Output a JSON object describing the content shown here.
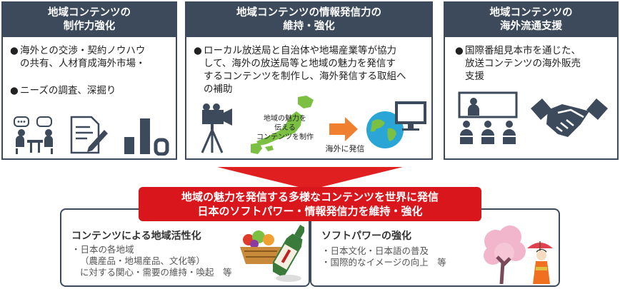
{
  "panels": [
    {
      "title_line1": "地域コンテンツの",
      "title_line2": "制作力強化",
      "bullet1_line1": "海外との交渉・契約ノウハウ",
      "bullet1_line2": "の共有、人材育成海外市場・",
      "bullet2": "ニーズの調査、深掘り",
      "icons": [
        "meeting-icon",
        "document-edit-icon",
        "bar-chart-icon"
      ]
    },
    {
      "title_line1": "地域コンテンツの情報発信力の",
      "title_line2": "維持・強化",
      "bullet1_line1": "ローカル放送局と自治体や地場産業等が協力",
      "bullet1_line2": "して、海外の放送局等と地域の魅力を発信す",
      "bullet1_line3": "するコンテンツを制作し、海外発信する取組へ",
      "bullet1_line4": "の補助",
      "map_label_line1": "地域の魅力を",
      "map_label_line2": "伝える",
      "map_label_line3": "コンテンツを制作",
      "overseas_label": "海外に発信",
      "icons": [
        "video-camera-icon",
        "japan-map-icon",
        "arrow-right-icon",
        "globe-icon",
        "monitor-icon"
      ]
    },
    {
      "title_line1": "地域コンテンツの",
      "title_line2": "海外流通支援",
      "bullet1_line1": "国際番組見本市を通じた、",
      "bullet1_line2": "放送コンテンツの海外販売",
      "bullet1_line3": "支援",
      "icons": [
        "presentation-icon",
        "handshake-icon"
      ]
    }
  ],
  "banner": {
    "line1": "地域の魅力を発信する多様なコンテンツを世界に発信",
    "line2": "日本のソフトパワー・情報発信力を維持・強化"
  },
  "bottom_left": {
    "title": "コンテンツによる地域活性化",
    "item1": "・日本の各地域",
    "item1_sub1": "（農産品・地場産品、文化等）",
    "item1_sub2": "に対する関心・需要の維持・喚起　等",
    "icons": [
      "produce-basket-icon",
      "sake-bottle-icon"
    ]
  },
  "bottom_right": {
    "title": "ソフトパワーの強化",
    "item1": "・日本文化・日本語の普及",
    "item2": "・国際的なイメージの向上　等",
    "icons": [
      "cherry-blossom-icon",
      "kimono-girl-icon"
    ]
  },
  "colors": {
    "header": "#3d4a5c",
    "banner": "#d9161c",
    "arrow": "#e02020",
    "orange_arrow": "#f08030",
    "globe": "#2aa6d6",
    "map": "#7cc043",
    "icon": "#3d4a5c",
    "blossom": "#f2b6cc"
  },
  "bullet_glyph": "●"
}
